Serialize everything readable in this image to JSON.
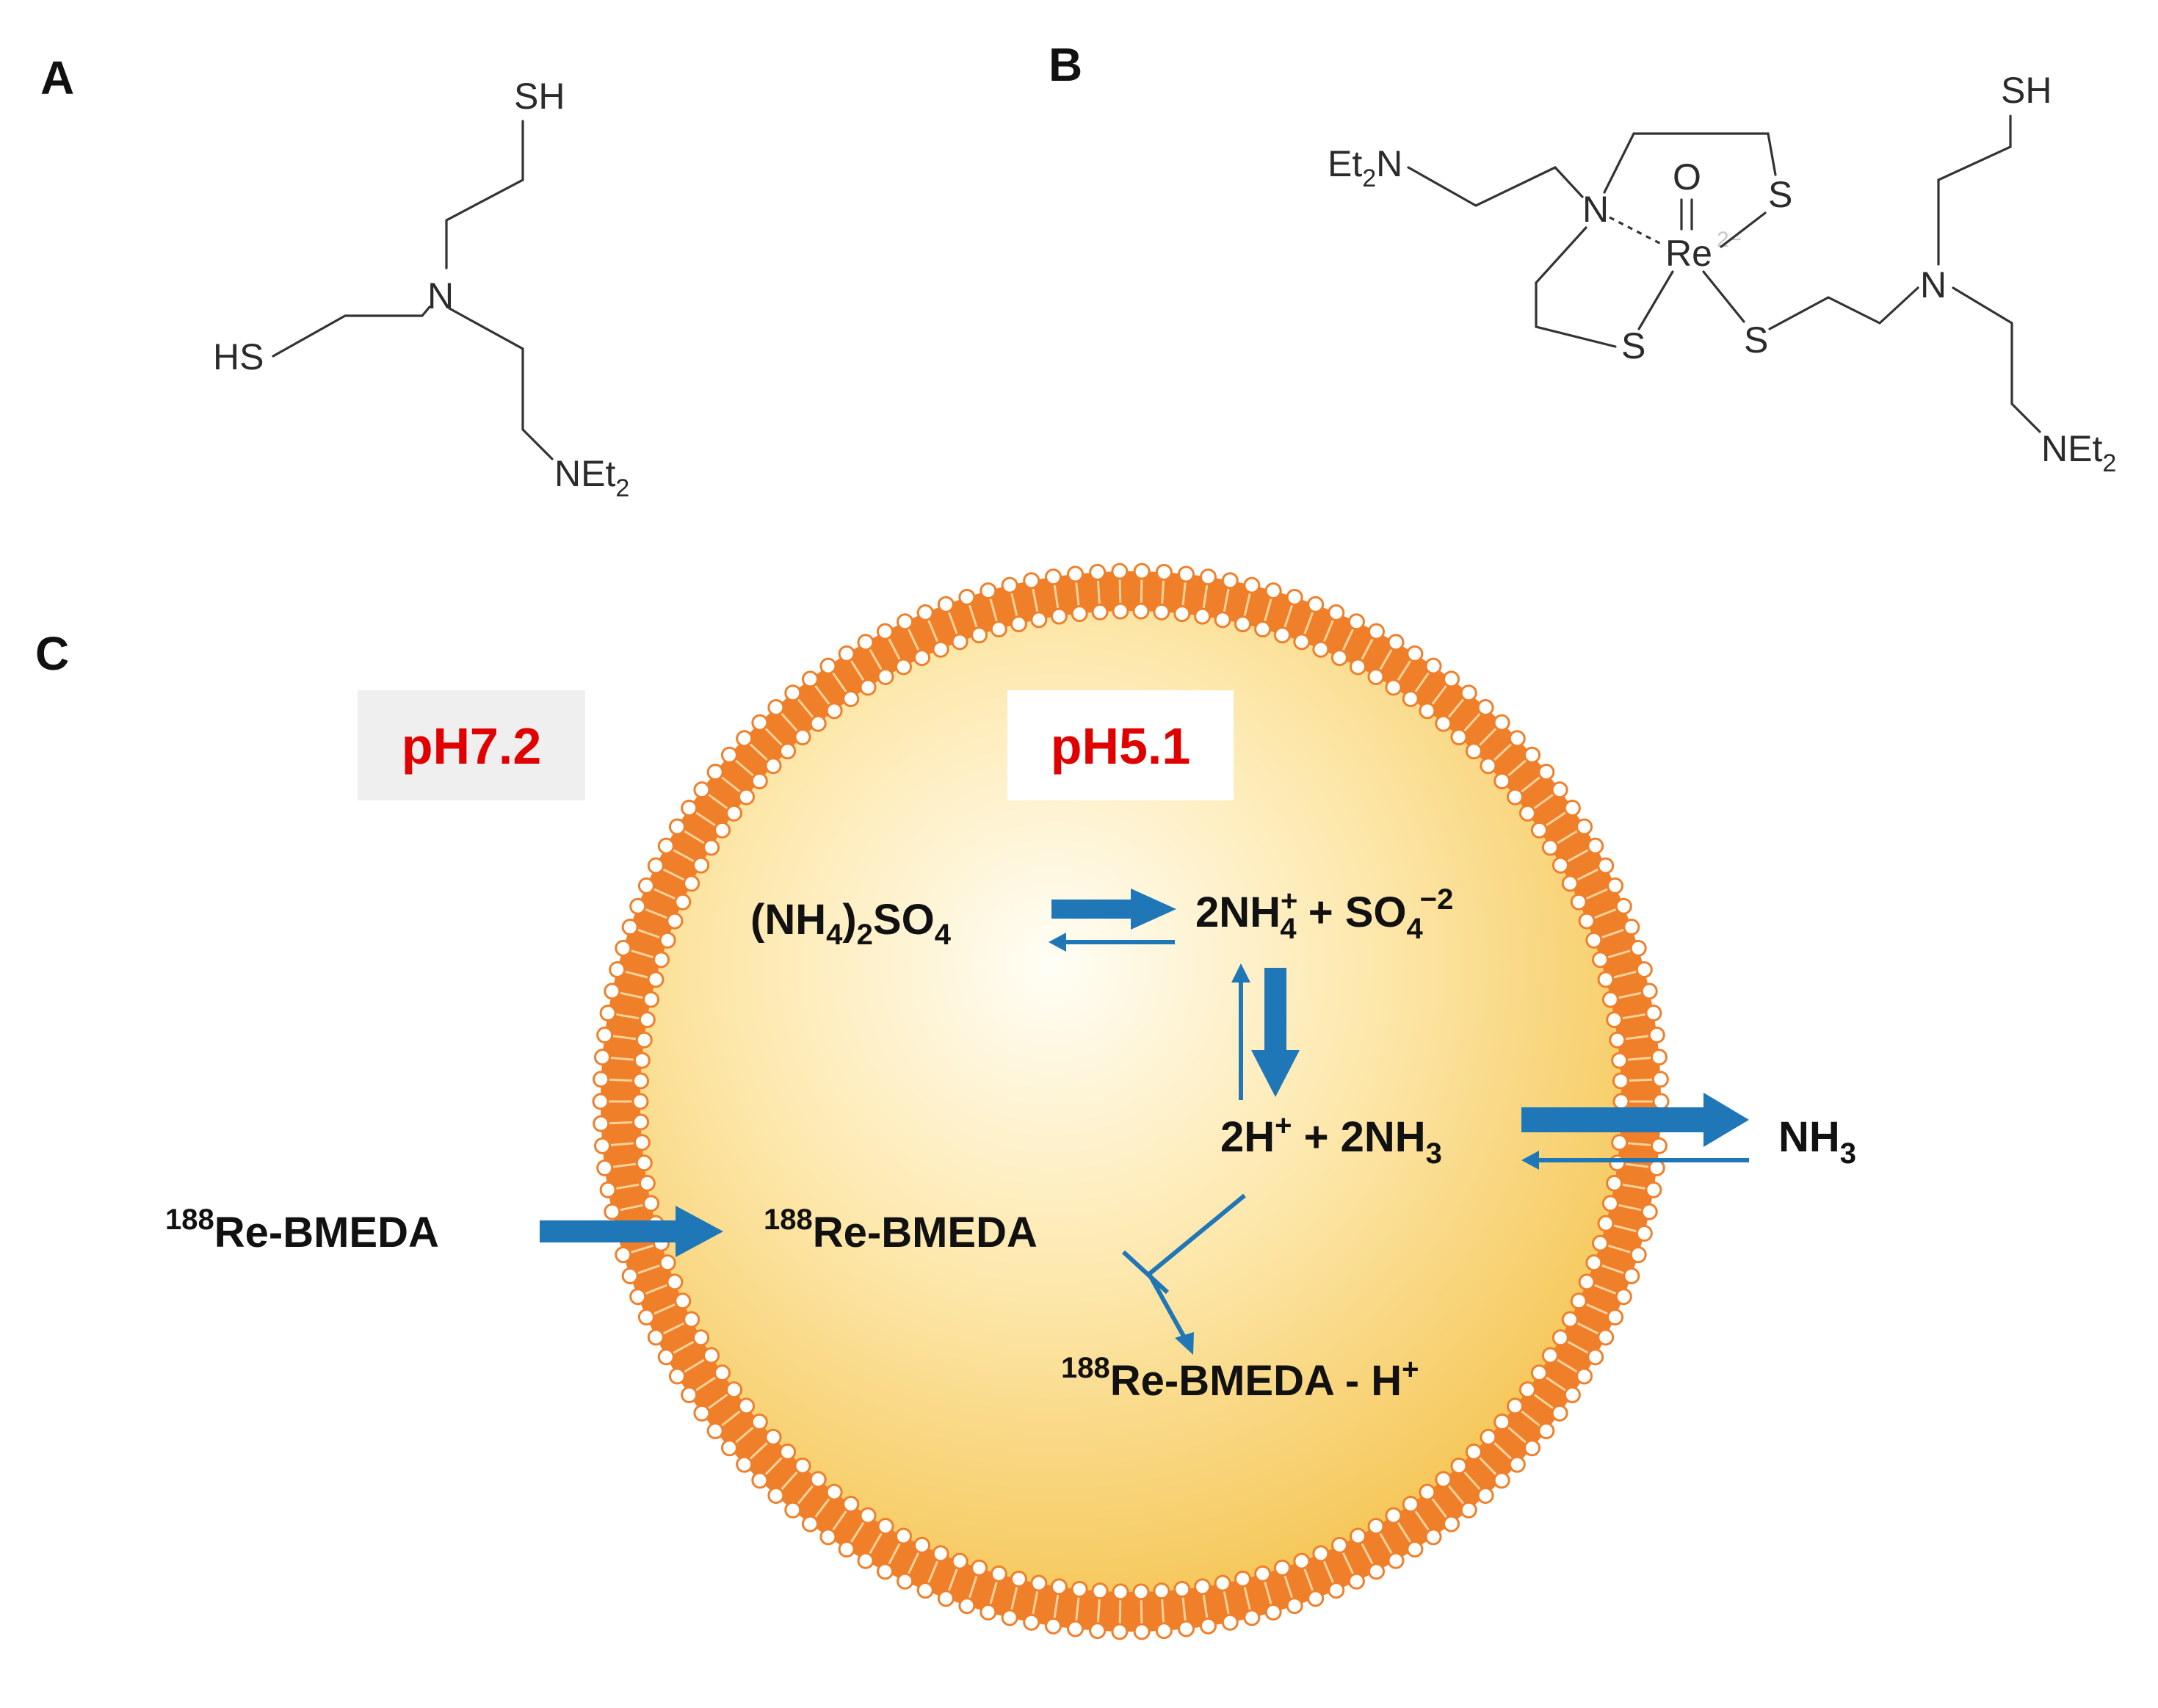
{
  "panels": {
    "a": "A",
    "b": "B",
    "c": "C"
  },
  "molecule_a": {
    "sh": "SH",
    "hs": "HS",
    "n": "N",
    "net_base": "NEt",
    "net_sub": "2"
  },
  "molecule_b": {
    "et_base": "Et",
    "et_sub": "2",
    "et_n": "N",
    "n_core": "N",
    "o": "O",
    "re": "Re",
    "charge": "2−",
    "s_top": "S",
    "s_low": "S",
    "s_right": "S",
    "sh": "SH",
    "n_right": "N",
    "net_base": "NEt",
    "net_sub": "2"
  },
  "ph": {
    "outside": "pH7.2",
    "inside": "pH5.1",
    "color": "#e00000"
  },
  "reactions": {
    "ammonium_sulfate": {
      "p1": "(NH",
      "s1": "4",
      "p2": ")",
      "s2": "2",
      "p3": "SO",
      "s3": "4"
    },
    "ions": {
      "p1": "2NH",
      "sup1": "+",
      "sub1": "4",
      "p2": " + SO",
      "sub2": "4",
      "sup2": "−2"
    },
    "protons": {
      "p1": "2H",
      "sup1": "+",
      "p2": " + 2NH",
      "sub1": "3"
    },
    "ammonia_out": {
      "p1": "NH",
      "sub1": "3"
    },
    "drug_out": {
      "sup": "188",
      "text": "Re-BMEDA"
    },
    "drug_in": {
      "sup": "188",
      "text": "Re-BMEDA"
    },
    "drug_protonated": {
      "sup": "188",
      "text": "Re-BMEDA - H",
      "sup2": "+"
    }
  },
  "colors": {
    "arrow": "#1f77b8",
    "membrane": "#f07f2a",
    "core_light": "#fffef6",
    "core_dark": "#f6c85a",
    "outside_box": "#efefef"
  }
}
